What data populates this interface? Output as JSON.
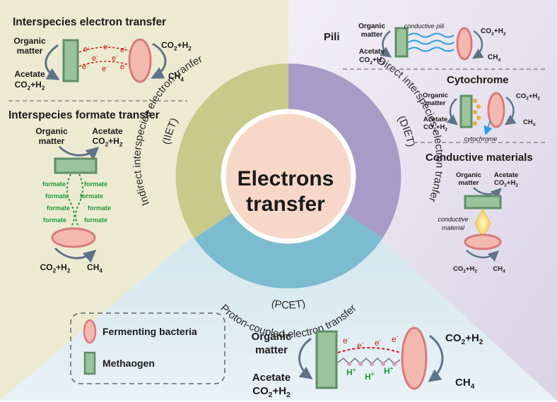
{
  "center": {
    "line1": "Electrons",
    "line2": "transfer"
  },
  "ring": {
    "iiet_name": "Indirect interspecies electron tranfer",
    "iiet_abbr": "(IIET)",
    "diet_name": "Direct interspecies electron tranfer",
    "diet_abbr": "(DIET)",
    "pcet_name": "Proton-coupled-electron transfer",
    "pcet_abbr": "(PCET)"
  },
  "iet": {
    "title": "Interspecies electron transfer",
    "organic": [
      "Organic",
      "matter"
    ],
    "acetate": "Acetate",
    "co2h2_left": "CO2+H2",
    "co2h2_right": "CO2+H2",
    "ch4": "CH4",
    "electron": "e-"
  },
  "ift": {
    "title": "Interspecies formate transfer",
    "organic": [
      "Organic",
      "matter"
    ],
    "acetate": "Acetate",
    "co2h2_top": "CO2+H2",
    "co2h2_bottom": "CO2+H2",
    "ch4": "CH4",
    "formate": "formate"
  },
  "pili": {
    "title": "Pili",
    "organic": [
      "Organic",
      "matter"
    ],
    "acetate": "Acetate",
    "co2h2_left": "CO2+H2",
    "co2h2_right": "CO2+H2",
    "ch4": "CH4",
    "pili_label": "conductive pili"
  },
  "cyto": {
    "title": "Cytochrome",
    "organic": [
      "Organic",
      "matter"
    ],
    "acetate": "Acetate",
    "co2h2_left": "CO2+H2",
    "co2h2_right": "CO2+H2",
    "ch4": "CH4",
    "cyto_label": "cytochrome"
  },
  "cond": {
    "title": "Conductive materials",
    "organic": [
      "Organic",
      "matter"
    ],
    "acetate": "Acetate",
    "co2h2_top": "CO2+H2",
    "co2h2_bottom": "CO2+H2",
    "ch4": "CH4",
    "material": [
      "conductive",
      "material"
    ]
  },
  "legend": {
    "fermenting": "Fermenting bacteria",
    "methanogen": "Methaogen"
  },
  "pcet": {
    "organic": [
      "Organic",
      "matter"
    ],
    "acetate": "Acetate",
    "co2h2_left": "CO2+H2",
    "co2h2_right": "CO2+H2",
    "ch4": "CH4",
    "electron": "e-",
    "proton": "H+"
  },
  "colors": {
    "iiet_panel": "#ecebd2",
    "diet_panel": "#e8e4ef",
    "pcet_panel": "#d5e6ee",
    "iiet_ring": "#c9c98a",
    "diet_ring": "#a79cc8",
    "pcet_ring": "#7cbcd1",
    "center": "#f7d8c8",
    "bacteria_fill": "#f4b9ae",
    "bacteria_stroke": "#d97a7a",
    "methanogen_fill": "#9bc49b",
    "methanogen_stroke": "#5e8f67",
    "electron": "#d01818",
    "formate": "#1e9a3c",
    "pili": "#2a9fe0",
    "cytochrome_label": "#2858b4",
    "material_label": "#e07a20",
    "arrow": "#5f7387"
  }
}
